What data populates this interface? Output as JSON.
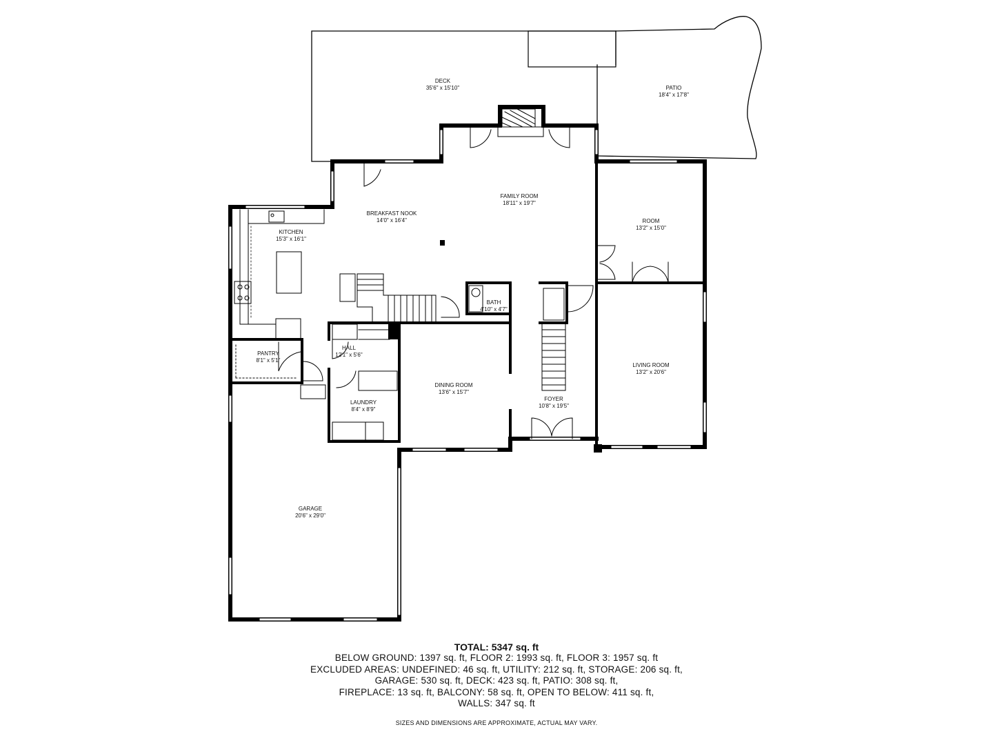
{
  "rooms": [
    {
      "name": "DECK",
      "dims": "35'6\" x 15'10\""
    },
    {
      "name": "PATIO",
      "dims": "18'4\" x 17'8\""
    },
    {
      "name": "FAMILY ROOM",
      "dims": "18'11\" x 19'7\""
    },
    {
      "name": "BREAKFAST NOOK",
      "dims": "14'0\" x 16'4\""
    },
    {
      "name": "KITCHEN",
      "dims": "15'3\" x 16'1\""
    },
    {
      "name": "ROOM",
      "dims": "13'2\" x 15'0\""
    },
    {
      "name": "BATH",
      "dims": "4'10\" x 4'7\""
    },
    {
      "name": "HALL",
      "dims": "12'1\" x 5'6\""
    },
    {
      "name": "PANTRY",
      "dims": "8'1\" x 5'1\""
    },
    {
      "name": "LIVING ROOM",
      "dims": "13'2\" x 20'6\""
    },
    {
      "name": "DINING ROOM",
      "dims": "13'6\" x 15'7\""
    },
    {
      "name": "LAUNDRY",
      "dims": "8'4\" x 8'9\""
    },
    {
      "name": "FOYER",
      "dims": "10'8\" x 19'5\""
    },
    {
      "name": "GARAGE",
      "dims": "20'6\" x 29'0\""
    }
  ],
  "summary": {
    "total": "TOTAL: 5347 sq. ft",
    "lines": [
      "BELOW GROUND: 1397 sq. ft, FLOOR 2: 1993 sq. ft, FLOOR 3: 1957 sq. ft",
      "EXCLUDED AREAS: UNDEFINED: 46 sq. ft, UTILITY: 212 sq. ft, STORAGE: 206 sq. ft,",
      "GARAGE: 530 sq. ft, DECK: 423 sq. ft, PATIO: 308 sq. ft,",
      "FIREPLACE: 13 sq. ft, BALCONY: 58 sq. ft, OPEN TO BELOW: 411 sq. ft,",
      "WALLS: 347 sq. ft"
    ],
    "disclaimer": "SIZES AND DIMENSIONS ARE APPROXIMATE, ACTUAL MAY VARY."
  }
}
